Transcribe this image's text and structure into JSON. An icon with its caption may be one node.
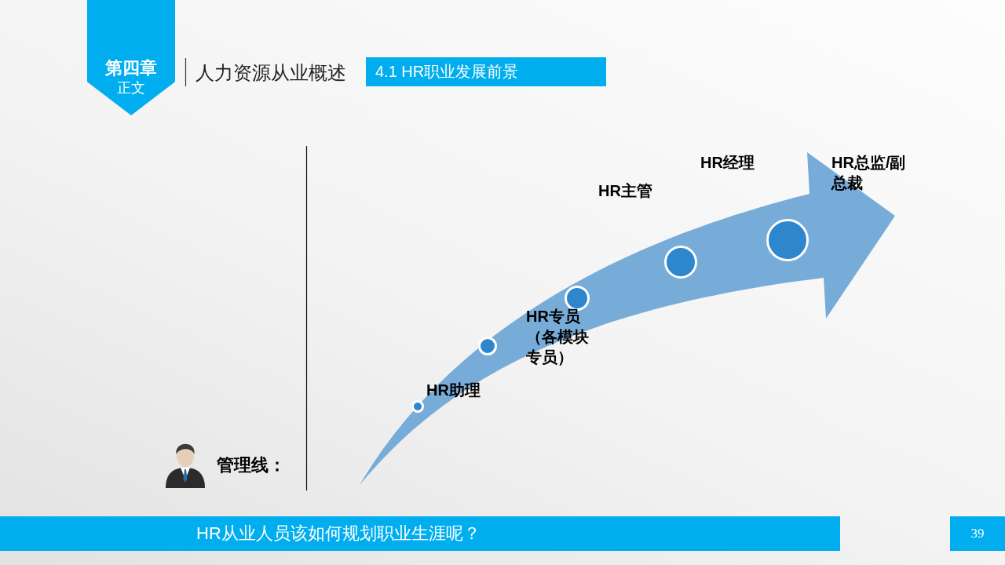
{
  "diagram": {
    "title": "人力资源从业概述",
    "nodes": [
      {
        "text": [
          "第四章",
          "正文"
        ]
      },
      {
        "text": [
          "4.1 HR职业发展前景"
        ]
      },
      {
        "text": [],
        "shape": "circle",
        "beside": [
          "HR助理"
        ]
      },
      {
        "text": [],
        "shape": "circle"
      },
      {
        "text": [],
        "shape": "circle"
      },
      {
        "text": [],
        "shape": "circle"
      },
      {
        "text": [],
        "shape": "circle"
      },
      {
        "text": [
          "HR从业人员该如何规划职业生涯呢？"
        ]
      },
      {
        "text": [
          "39"
        ]
      }
    ],
    "labels": [
      "HR经理",
      "HR总监/副总裁",
      "HR主管",
      "HR专员（各模块专员）",
      "管理线："
    ]
  }
}
